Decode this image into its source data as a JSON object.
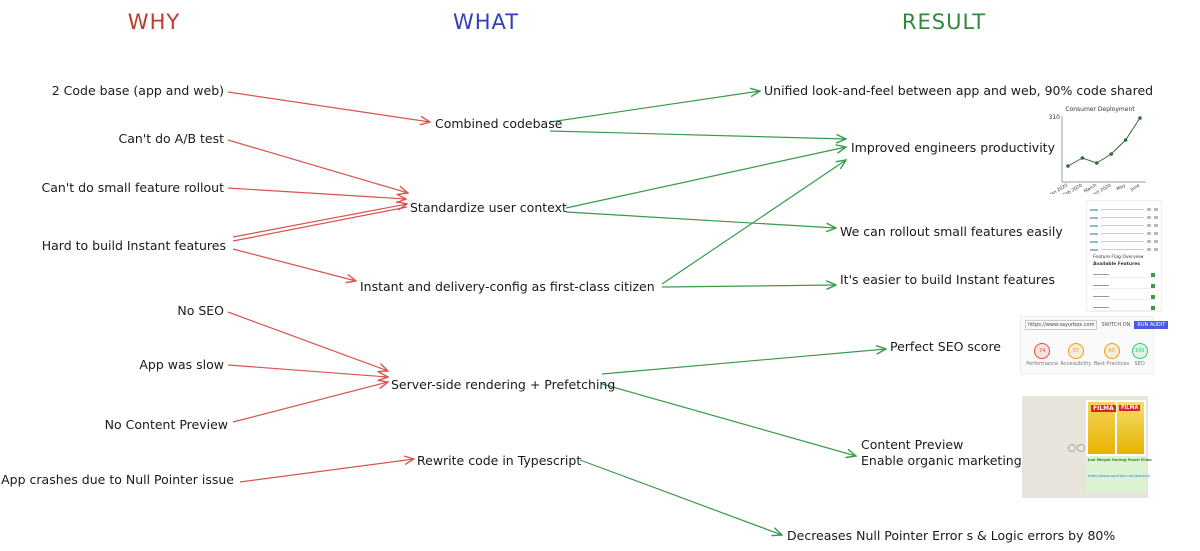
{
  "headers": {
    "why": "WHY",
    "what": "WHAT",
    "result": "RESULT"
  },
  "colors": {
    "why": "#c0392b",
    "what": "#2f3fc0",
    "result": "#2e8b3a",
    "why_arrow": "#d9534f",
    "result_arrow": "#3a9a4a",
    "score_red": "#e74c3c",
    "score_orange": "#f39c12",
    "score_green": "#2ecc71"
  },
  "why": [
    {
      "text": "2 Code base (app and web)"
    },
    {
      "text": "Can't do A/B test"
    },
    {
      "text": "Can't do small feature rollout"
    },
    {
      "text": "Hard to build Instant features"
    },
    {
      "text": "No SEO"
    },
    {
      "text": "App was slow"
    },
    {
      "text": "No Content Preview"
    },
    {
      "text": "App crashes due to Null Pointer issue"
    }
  ],
  "what": [
    {
      "text": "Combined codebase"
    },
    {
      "text": "Standardize user context"
    },
    {
      "text": "Instant and delivery-config as first-class citizen"
    },
    {
      "text": "Server-side rendering + Prefetching"
    },
    {
      "text": "Rewrite code in Typescript"
    }
  ],
  "result": [
    {
      "text": "Unified look-and-feel between app and web, 90% code shared"
    },
    {
      "text": "Improved engineers productivity"
    },
    {
      "text": "We can rollout small features easily"
    },
    {
      "text": "It's easier to build Instant features"
    },
    {
      "text": "Perfect SEO score"
    },
    {
      "text": "Content Preview\nEnable organic marketing"
    },
    {
      "text": "Decreases Null Pointer Error s & Logic errors by 80%"
    }
  ],
  "chart_data": {
    "type": "line",
    "title": "Consumer Deployment",
    "ytick_top": "310",
    "categories": [
      "Jan 2020",
      "Feb 2020",
      "March",
      "April 2020",
      "May",
      "June"
    ],
    "values": [
      70,
      110,
      85,
      130,
      200,
      310
    ],
    "ylim": [
      0,
      310
    ]
  },
  "feature_flags_thumb": {
    "title": "Feature Flag Overview",
    "subtitle": "Available Features"
  },
  "seo_thumb": {
    "url": "https://www.sayurbox.com",
    "switch": "SWITCH ON",
    "button": "RUN AUDIT",
    "scores": [
      {
        "value": "74",
        "label": "Performance",
        "color": "#e74c3c"
      },
      {
        "value": "87",
        "label": "Accessibility",
        "color": "#f39c12"
      },
      {
        "value": "93",
        "label": "Best Practices",
        "color": "#f39c12"
      },
      {
        "value": "100",
        "label": "SEO",
        "color": "#2ecc71"
      }
    ]
  },
  "preview_thumb": {
    "brand": "FILMA",
    "title": "Jual Minyak Goreng Pouch Filma",
    "link": "https://www.sayurbox.com/product/"
  }
}
